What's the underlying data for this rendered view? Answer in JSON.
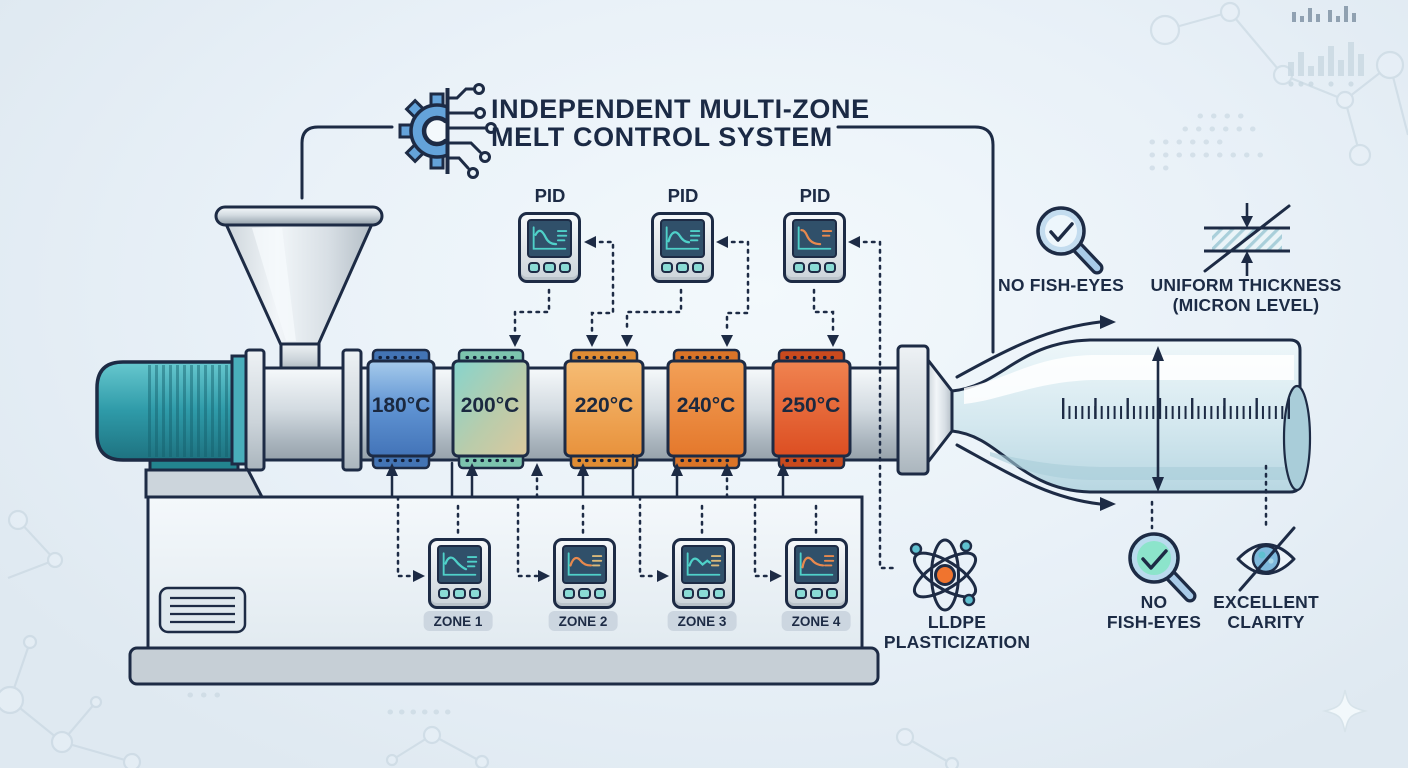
{
  "title": {
    "line1": "INDEPENDENT MULTI-ZONE",
    "line2": "MELT CONTROL SYSTEM"
  },
  "pids": [
    {
      "label": "PID"
    },
    {
      "label": "PID"
    },
    {
      "label": "PID"
    }
  ],
  "zones": [
    {
      "temp": "180°C"
    },
    {
      "temp": "200°C"
    },
    {
      "temp": "220°C"
    },
    {
      "temp": "240°C"
    },
    {
      "temp": "250°C"
    }
  ],
  "zone_controllers": [
    {
      "label": "ZONE 1"
    },
    {
      "label": "ZONE 2"
    },
    {
      "label": "ZONE 3"
    },
    {
      "label": "ZONE 4"
    }
  ],
  "features": {
    "no_fisheyes_top": {
      "label": "NO FISH-EYES"
    },
    "uniform_thickness": {
      "line1": "UNIFORM THICKNESS",
      "line2": "(MICRON LEVEL)"
    },
    "lldpe": {
      "line1": "LLDPE",
      "line2": "PLASTICIZATION"
    },
    "no_fisheyes_bottom": {
      "line1": "NO",
      "line2": "FISH-EYES"
    },
    "clarity": {
      "line1": "EXCELLENT",
      "line2": "CLARITY"
    }
  },
  "colors": {
    "outline_navy": "#1d2b45",
    "motor_teal": "#2e9aa8",
    "zone_180": "#5e92d2",
    "zone_200": "#86d4cd",
    "zone_220": "#ee9c46",
    "zone_240": "#e8832f",
    "zone_250": "#e05328",
    "screen_teal": "#4fd1c9",
    "screen_orange": "#e8894e",
    "film_blue": "#d4e8ef",
    "atom_orange": "#f0742e",
    "background": "#e9f1f8"
  }
}
